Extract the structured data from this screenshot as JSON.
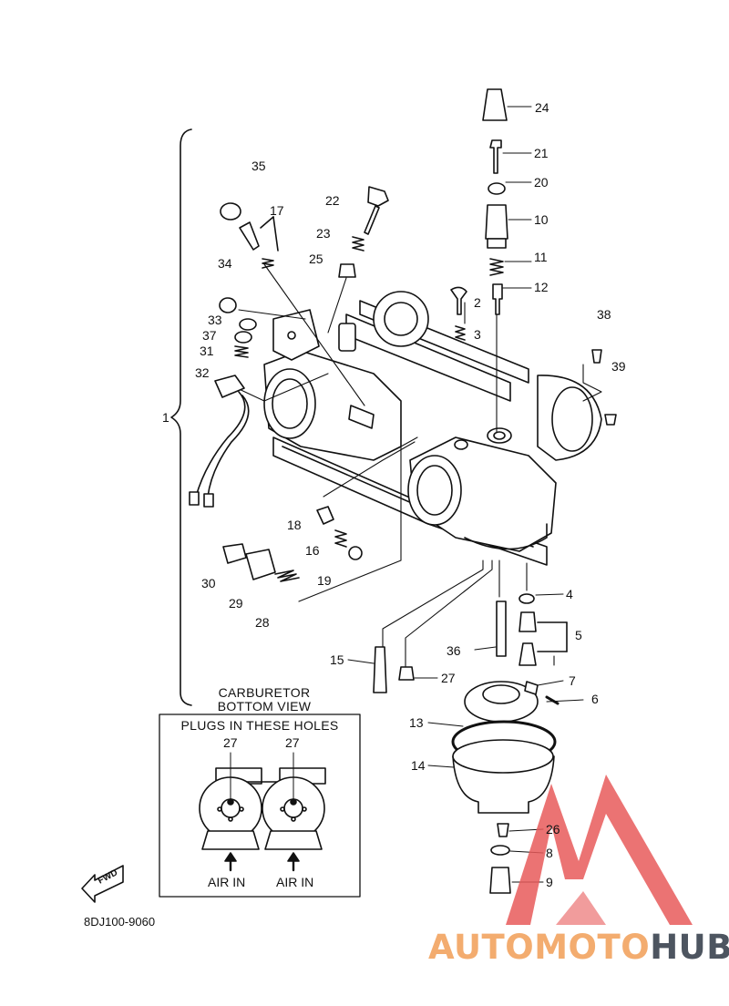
{
  "callouts": [
    "24",
    "21",
    "20",
    "10",
    "11",
    "12",
    "35",
    "17",
    "22",
    "23",
    "25",
    "34",
    "33",
    "37",
    "31",
    "32",
    "2",
    "3",
    "38",
    "39",
    "1",
    "18",
    "16",
    "19",
    "30",
    "29",
    "28",
    "4",
    "5",
    "36",
    "15",
    "27",
    "7",
    "6",
    "13",
    "14",
    "26",
    "8",
    "9"
  ],
  "inset": {
    "title_line1": "CARBURETOR",
    "title_line2": "BOTTOM VIEW",
    "box_heading": "PLUGS IN THESE HOLES",
    "plug_left": "27",
    "plug_right": "27",
    "air_in_left": "AIR IN",
    "air_in_right": "AIR IN"
  },
  "fwd_label": "FWD",
  "diagram_code": "8DJ100-9060",
  "watermark": {
    "part1": "AUTOMOTO",
    "part2": "HUB",
    "color1": "#f3ac6f",
    "color2": "#4d5560",
    "logo_color": "#e85a5a"
  }
}
